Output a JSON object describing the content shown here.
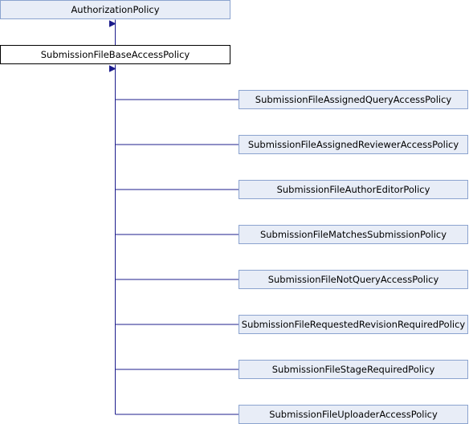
{
  "colors": {
    "base_fill": "#ffffff",
    "base_stroke": "#000000",
    "node_fill": "#e8edf7",
    "node_stroke": "#8ba3cf",
    "edge": "#1c1c8c"
  },
  "parent": {
    "label": "AuthorizationPolicy"
  },
  "base": {
    "label": "SubmissionFileBaseAccessPolicy"
  },
  "children": [
    {
      "label": "SubmissionFileAssignedQueryAccessPolicy"
    },
    {
      "label": "SubmissionFileAssignedReviewerAccessPolicy"
    },
    {
      "label": "SubmissionFileAuthorEditorPolicy"
    },
    {
      "label": "SubmissionFileMatchesSubmissionPolicy"
    },
    {
      "label": "SubmissionFileNotQueryAccessPolicy"
    },
    {
      "label": "SubmissionFileRequestedRevisionRequiredPolicy"
    },
    {
      "label": "SubmissionFileStageRequiredPolicy"
    },
    {
      "label": "SubmissionFileUploaderAccessPolicy"
    }
  ]
}
